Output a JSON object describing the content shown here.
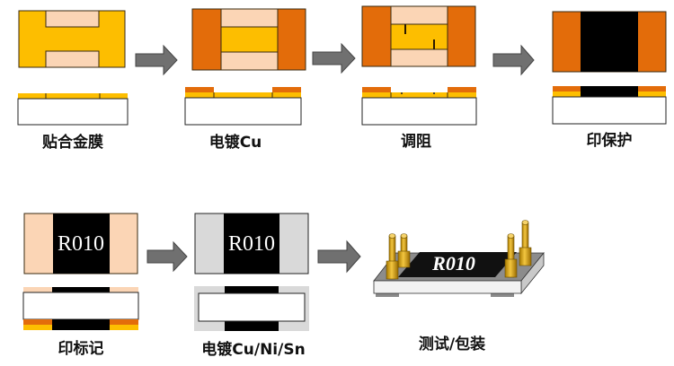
{
  "title": "Chip resistor manufacturing process flow",
  "colors": {
    "alloy_foil": "#FDBE00",
    "copper": "#E36C0A",
    "substrate_pad": "#FBD5B5",
    "protection": "#000000",
    "plating": "#D9D9D9",
    "substrate": "#FFFFFF",
    "arrow": "#707070",
    "pin": "#D4A017"
  },
  "steps": [
    {
      "label": "贴合金膜"
    },
    {
      "label": "电镀Cu"
    },
    {
      "label": "调阻"
    },
    {
      "label": "印保护"
    },
    {
      "label": "印标记",
      "marking": "R010"
    },
    {
      "label": "电镀Cu/Ni/Sn",
      "marking": "R010"
    },
    {
      "label": "测试/包装",
      "marking": "R010"
    }
  ]
}
